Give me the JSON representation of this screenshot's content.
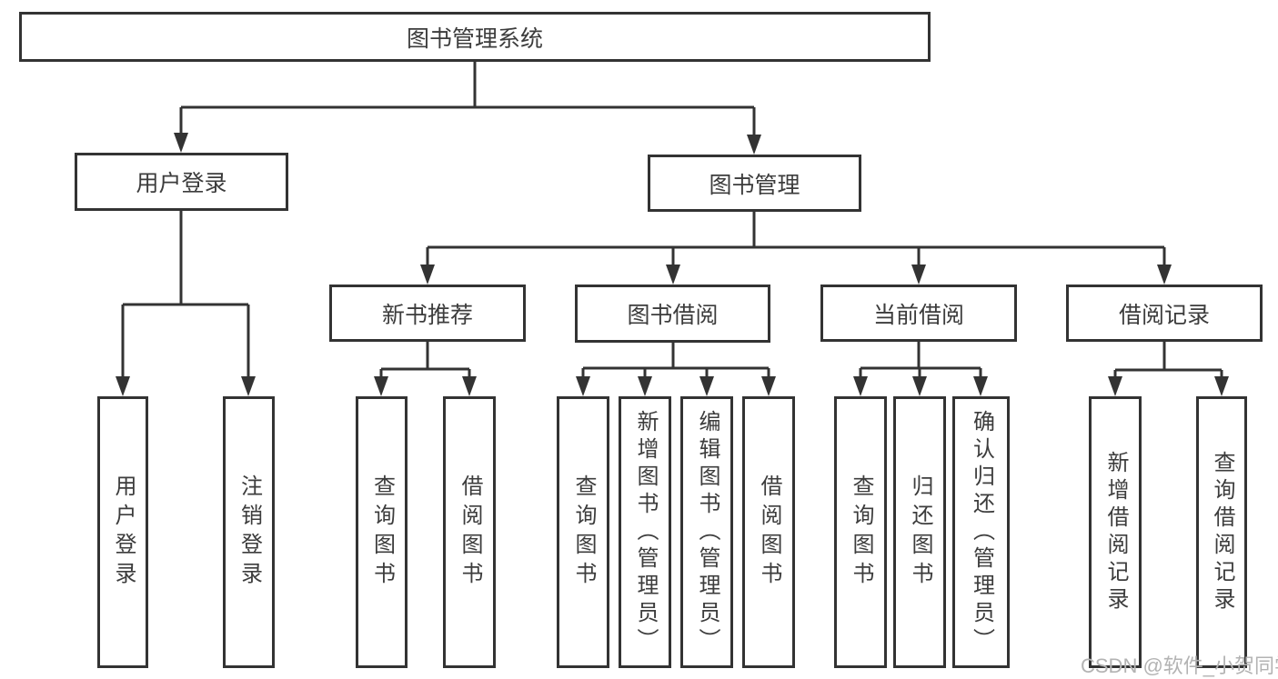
{
  "diagram_title": "图书管理系统",
  "nodes": {
    "root": "图书管理系统",
    "user_login": "用户登录",
    "book_mgmt": "图书管理",
    "new_book_rec": "新书推荐",
    "book_borrow": "图书借阅",
    "current_borrow": "当前借阅",
    "borrow_records": "借阅记录",
    "leaf_user_login": "用户登录",
    "leaf_logout": "注销登录",
    "leaf_nb_query": "查询图书",
    "leaf_nb_borrow": "借阅图书",
    "leaf_bb_query": "查询图书",
    "leaf_bb_add": "新增图书（管理员）",
    "leaf_bb_edit": "编辑图书（管理员）",
    "leaf_bb_borrow": "借阅图书",
    "leaf_cb_query": "查询图书",
    "leaf_cb_return": "归还图书",
    "leaf_cb_confirm": "确认归还（管理员）",
    "leaf_br_add": "新增借阅记录",
    "leaf_br_query": "查询借阅记录"
  },
  "structure": {
    "图书管理系统": {
      "用户登录": [
        "用户登录",
        "注销登录"
      ],
      "图书管理": {
        "新书推荐": [
          "查询图书",
          "借阅图书"
        ],
        "图书借阅": [
          "查询图书",
          "新增图书（管理员）",
          "编辑图书（管理员）",
          "借阅图书"
        ],
        "当前借阅": [
          "查询图书",
          "归还图书",
          "确认归还（管理员）"
        ],
        "借阅记录": [
          "新增借阅记录",
          "查询借阅记录"
        ]
      }
    }
  },
  "watermark": "CSDN @软件_小贺同学",
  "colors": {
    "line": "#333333",
    "border": "#333333",
    "text": "#3c3c3c",
    "background": "#ffffff",
    "watermark": "#b3b3b3"
  }
}
